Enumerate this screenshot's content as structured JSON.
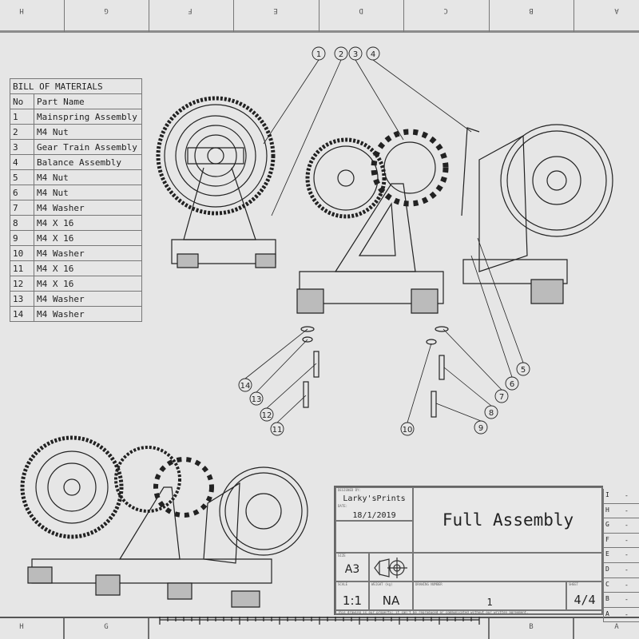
{
  "zones_top": [
    "H",
    "G",
    "F",
    "E",
    "D",
    "C",
    "B",
    "A"
  ],
  "zones_bottom": [
    "H",
    "G",
    "B",
    "A"
  ],
  "bom": {
    "title": "BILL OF MATERIALS",
    "headers": [
      "No",
      "Part Name"
    ],
    "rows": [
      [
        "1",
        "Mainspring Assembly"
      ],
      [
        "2",
        "M4 Nut"
      ],
      [
        "3",
        "Gear Train Assembly"
      ],
      [
        "4",
        "Balance Assembly"
      ],
      [
        "5",
        "M4 Nut"
      ],
      [
        "6",
        "M4 Nut"
      ],
      [
        "7",
        "M4 Washer"
      ],
      [
        "8",
        "M4 X 16"
      ],
      [
        "9",
        "M4 X 16"
      ],
      [
        "10",
        "M4 Washer"
      ],
      [
        "11",
        "M4 X 16"
      ],
      [
        "12",
        "M4 X 16"
      ],
      [
        "13",
        "M4 Washer"
      ],
      [
        "14",
        "M4 Washer"
      ]
    ]
  },
  "balloons": [
    "1",
    "2",
    "3",
    "4",
    "5",
    "6",
    "7",
    "8",
    "9",
    "10",
    "11",
    "12",
    "13",
    "14"
  ],
  "title_block": {
    "designed_by_label": "DESIGNED BY:",
    "designer": "Larky'sPrints",
    "date_label": "DATE:",
    "date": "18/1/2019",
    "title": "Full Assembly",
    "size_label": "SIZE",
    "size": "A3",
    "scale_label": "SCALE",
    "scale": "1:1",
    "weight_label": "WEIGHT (kg)",
    "weight": "NA",
    "drawing_number_label": "DRAWING NUMBER",
    "drawing_number": "1",
    "sheet_label": "SHEET",
    "sheet": "4/4",
    "note": "This drawing is our property; it can't be reproduced or communicated without our written agreement."
  },
  "revisions": [
    {
      "letter": "I",
      "value": "-"
    },
    {
      "letter": "H",
      "value": "-"
    },
    {
      "letter": "G",
      "value": "-"
    },
    {
      "letter": "F",
      "value": "-"
    },
    {
      "letter": "E",
      "value": "-"
    },
    {
      "letter": "D",
      "value": "-"
    },
    {
      "letter": "C",
      "value": "-"
    },
    {
      "letter": "B",
      "value": "-"
    },
    {
      "letter": "A",
      "value": "-"
    }
  ]
}
